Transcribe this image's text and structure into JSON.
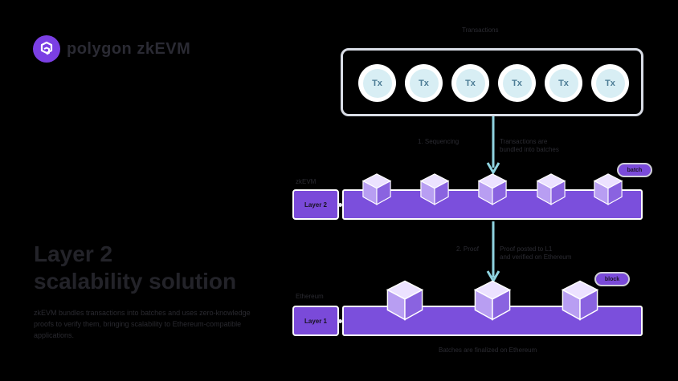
{
  "brand": {
    "logo_text": "polygon zkEVM",
    "logo_icon": "polygon-hexagon-icon",
    "accent": "#7b3fe4"
  },
  "headline": {
    "line1": "Layer 2",
    "line2": "scalability solution"
  },
  "description": "zkEVM bundles transactions into batches and uses zero-knowledge proofs to verify them, bringing scalability to Ethereum-compatible applications.",
  "diagram": {
    "top_caption": "Transactions",
    "transactions": [
      "Tx",
      "Tx",
      "Tx",
      "Tx",
      "Tx",
      "Tx"
    ],
    "arrow1_caption_left": "1. Sequencing",
    "arrow1_caption_right_line1": "Transactions are",
    "arrow1_caption_right_line2": "bundled into batches",
    "layer2": {
      "header": "zkEVM",
      "label": "Layer 2",
      "badge": "batch",
      "cube_count": 5
    },
    "arrow2_caption_left": "2. Proof",
    "arrow2_caption_right_line1": "Proof posted to L1",
    "arrow2_caption_right_line2": "and verified on Ethereum",
    "layer1": {
      "header": "Ethereum",
      "label": "Layer 1",
      "badge": "block",
      "cube_count": 3
    },
    "footer_caption": "Batches are finalized on Ethereum"
  },
  "colors": {
    "band": "#7b4fdc",
    "cube_top": "#ece2ff",
    "cube_left": "#b89ef2",
    "cube_right": "#8a63e0",
    "tx_fill": "#d8eef4",
    "arrow": "#8fd3e0"
  }
}
